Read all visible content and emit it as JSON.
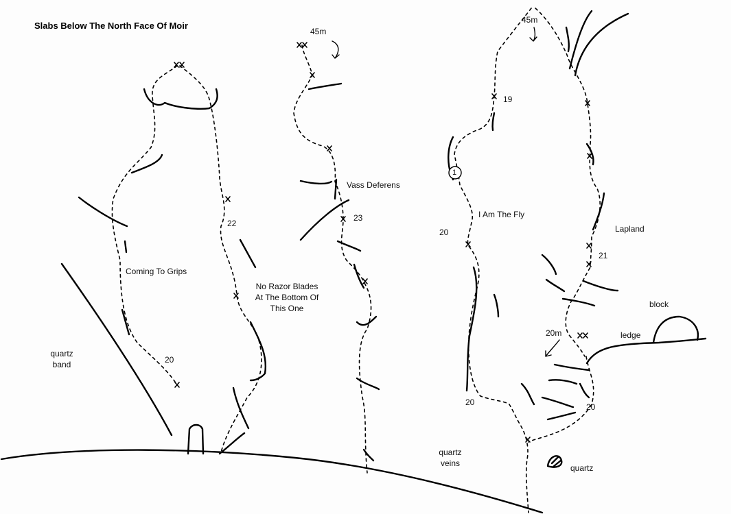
{
  "title": "Slabs Below The North Face Of Moir",
  "routes": {
    "coming_to_grips": "Coming To Grips",
    "coming_to_grips_grade": "20",
    "no_razor_blades": "No Razor Blades\nAt The Bottom Of\nThis One",
    "no_razor_blades_grade": "22",
    "vass_deferens": "Vass Deferens",
    "vass_deferens_grade": "23",
    "i_am_the_fly": "I Am The Fly",
    "i_am_the_fly_grade_upper": "19",
    "i_am_the_fly_grade_lower": "20",
    "lapland": "Lapland",
    "lapland_grade": "21",
    "direct_start_grade": "20",
    "right_start_grade": "20"
  },
  "features": {
    "quartz_band": "quartz\nband",
    "quartz_veins": "quartz\nveins",
    "quartz": "quartz",
    "ledge": "ledge",
    "block": "block"
  },
  "abseils": {
    "left_45m": "45m",
    "right_45m": "45m",
    "lower_20m": "20m"
  },
  "route_marker": "1"
}
